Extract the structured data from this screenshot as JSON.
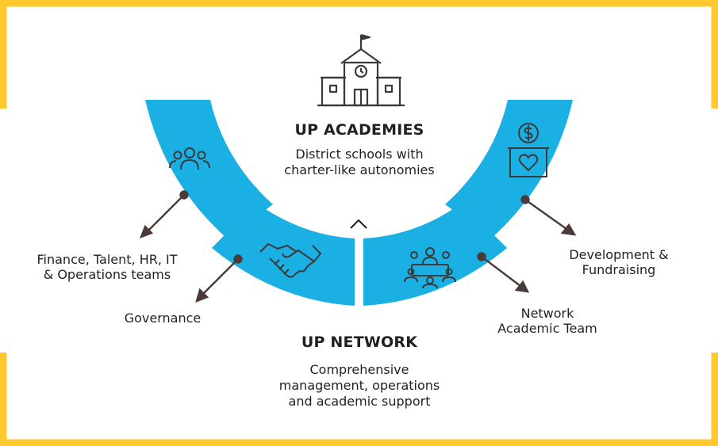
{
  "colors": {
    "frame": "#ffc82e",
    "band": "#1bb0e3",
    "icon": "#3a3a3a",
    "arrow": "#4a3b3b",
    "text": "#231f20"
  },
  "top": {
    "icon": "school-building-icon",
    "title": "UP ACADEMIES",
    "subtitle_line1": "District schools with",
    "subtitle_line2": "charter-like autonomies"
  },
  "bottom": {
    "title": "UP NETWORK",
    "desc_line1": "Comprehensive",
    "desc_line2": "management, operations",
    "desc_line3": "and academic support"
  },
  "segments": [
    {
      "icon": "people-group-icon",
      "label_line1": "Finance, Talent, HR, IT",
      "label_line2": "& Operations teams"
    },
    {
      "icon": "handshake-icon",
      "label_line1": "Governance",
      "label_line2": ""
    },
    {
      "icon": "meeting-table-icon",
      "label_line1": "Network",
      "label_line2": "Academic Team"
    },
    {
      "icon": "donation-box-icon",
      "label_line1": "Development &",
      "label_line2": "Fundraising"
    }
  ],
  "center_icon": "chevron-up-icon"
}
